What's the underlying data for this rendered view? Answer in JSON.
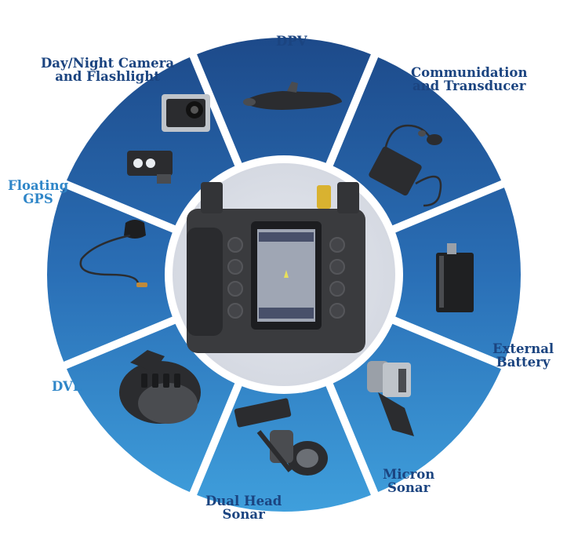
{
  "colors": {
    "ring_top": "#1d4a8a",
    "ring_mid": "#2a6fb6",
    "ring_bottom": "#3f9fdc",
    "center_disc": "#d5d9e2",
    "separator": "#ffffff",
    "label_dark": "#1b4480",
    "label_light": "#2f86c8",
    "device_body": "#3a3b3e"
  },
  "center": {
    "device": "underwater-navigation-console",
    "icon": "handheld-console-icon"
  },
  "segments": [
    {
      "name": "DPV",
      "lines": [
        "DPV"
      ],
      "icon": "scooter-icon"
    },
    {
      "name": "Communidation and Transducer",
      "lines": [
        "Communidation",
        "and Transducer"
      ],
      "icon": "transducer-icon"
    },
    {
      "name": "External Battery",
      "lines": [
        "External",
        "Battery"
      ],
      "icon": "battery-icon"
    },
    {
      "name": "Micron Sonar",
      "lines": [
        "Micron",
        "Sonar"
      ],
      "icon": "sonar-icon"
    },
    {
      "name": "Dual Head Sonar",
      "lines": [
        "Dual Head",
        "Sonar"
      ],
      "icon": "dual-sonar-icon"
    },
    {
      "name": "DVL",
      "lines": [
        "DVL"
      ],
      "icon": "dvl-icon"
    },
    {
      "name": "Floating GPS",
      "lines": [
        "Floating",
        "GPS"
      ],
      "icon": "gps-puck-icon"
    },
    {
      "name": "Day/Night Camera and Flashlight",
      "lines": [
        "Day/Night Camera",
        "and Flashlight"
      ],
      "icon": "camera-icon"
    }
  ]
}
